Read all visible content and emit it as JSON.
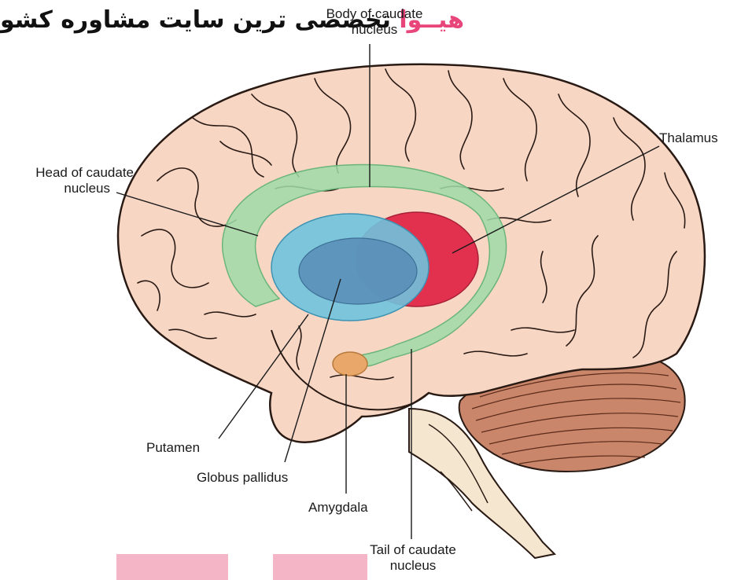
{
  "watermark": {
    "brand": "هیــوا",
    "text": "تخصصی ترین سایت مشاوره کشو",
    "brand_color": "#e8457a"
  },
  "labels": {
    "body_caudate_line1": "Body of caudate",
    "body_caudate_line2": "nucleus",
    "thalamus": "Thalamus",
    "head_caudate_line1": "Head of caudate",
    "head_caudate_line2": "nucleus",
    "putamen": "Putamen",
    "globus_pallidus": "Globus pallidus",
    "amygdala": "Amygdala",
    "tail_caudate_line1": "Tail of caudate",
    "tail_caudate_line2": "nucleus"
  },
  "colors": {
    "cortex": "#f7d6c4",
    "cortex_outline": "#2a1a14",
    "caudate": "#9fdba8",
    "putamen": "#6fc3dd",
    "globus_pallidus": "#5a8fb8",
    "thalamus": "#e2314f",
    "amygdala": "#e9a86a",
    "cerebellum": "#c9866a",
    "brainstem": "#f5e6cf",
    "footer_bar": "#f4b6c7"
  }
}
